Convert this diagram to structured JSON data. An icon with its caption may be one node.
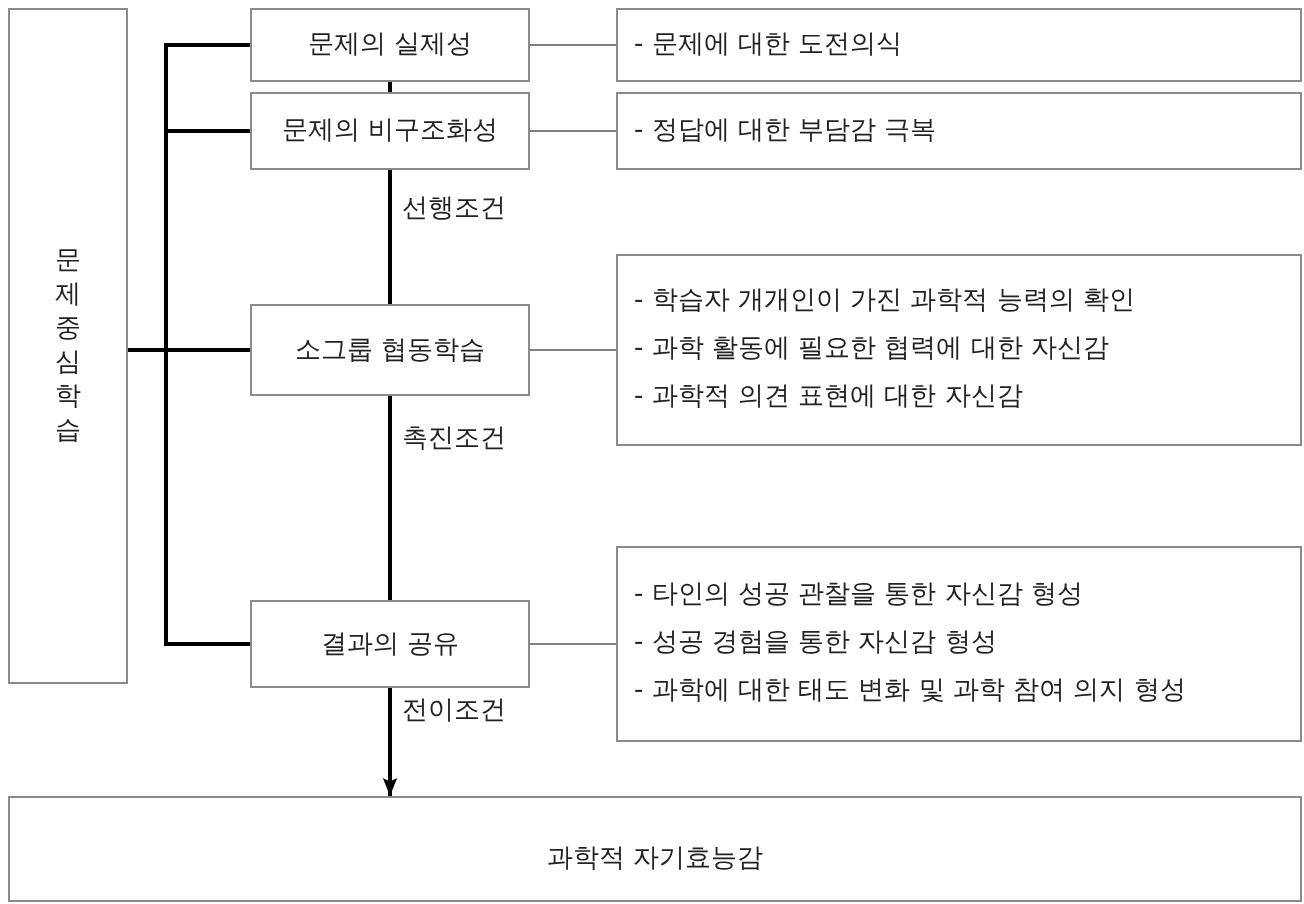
{
  "diagram": {
    "nodes": [
      {
        "text": [
          "문제중심학습"
        ]
      },
      {
        "text": [
          "문제의 실제성"
        ]
      },
      {
        "text": [
          "- 문제에 대한 도전의식"
        ]
      },
      {
        "text": [
          "문제의 비구조화성"
        ]
      },
      {
        "text": [
          "- 정답에 대한 부담감 극복"
        ]
      },
      {
        "text": [
          "소그룹 협동학습"
        ]
      },
      {
        "text": [
          "- 학습자 개개인이 가진 과학적 능력의 확인",
          "- 과학 활동에 필요한 협력에 대한 자신감",
          "- 과학적 의견 표현에 대한 자신감"
        ]
      },
      {
        "text": [
          "결과의 공유"
        ]
      },
      {
        "text": [
          "- 타인의 성공 관찰을 통한 자신감 형성",
          "- 성공 경험을 통한 자신감 형성",
          "- 과학에 대한 태도 변화 및 과학 참여 의지 형성"
        ]
      },
      {
        "text": [
          "과학적 자기효능감"
        ]
      }
    ],
    "edges": [
      {
        "from": 0,
        "to": 1,
        "arrow": "none"
      },
      {
        "from": 0,
        "to": 3,
        "arrow": "none"
      },
      {
        "from": 0,
        "to": 5,
        "arrow": "none"
      },
      {
        "from": 0,
        "to": 7,
        "arrow": "none"
      },
      {
        "from": 1,
        "to": 3,
        "arrow": "none"
      },
      {
        "from": 3,
        "to": 5,
        "label": "선행조건",
        "arrow": "none"
      },
      {
        "from": 5,
        "to": 7,
        "label": "촉진조건",
        "arrow": "none"
      },
      {
        "from": 7,
        "to": 9,
        "label": "전이조건",
        "arrow": "to"
      },
      {
        "from": 1,
        "to": 2,
        "arrow": "none",
        "color": "#808080"
      },
      {
        "from": 3,
        "to": 4,
        "arrow": "none",
        "color": "#808080"
      },
      {
        "from": 5,
        "to": 6,
        "arrow": "none",
        "color": "#808080"
      },
      {
        "from": 7,
        "to": 8,
        "arrow": "none",
        "color": "#808080"
      }
    ]
  }
}
